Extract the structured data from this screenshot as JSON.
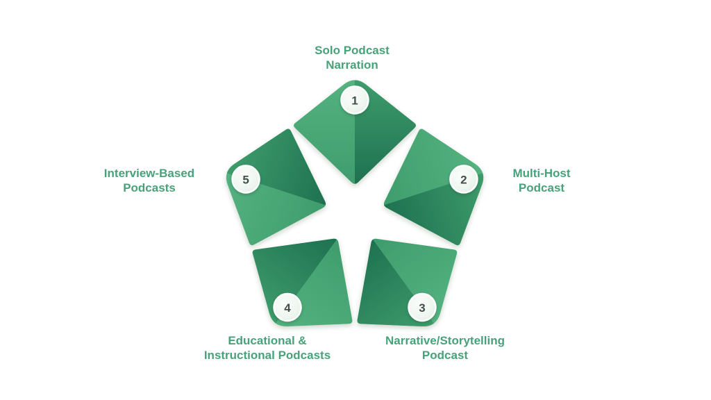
{
  "diagram": {
    "background_color": "#ffffff",
    "theme": {
      "label_color": "#47a27a",
      "kite_light_start": "#55b381",
      "kite_light_end": "#3f9c6c",
      "kite_dark_start": "#3f9e6d",
      "kite_dark_end": "#1e7050",
      "badge_fill": "#eef6ef",
      "badge_ring": "#ffffff",
      "badge_text_color": "#41504a"
    },
    "segments": [
      {
        "number": "1",
        "label_lines": [
          "Solo Podcast",
          "Narration"
        ]
      },
      {
        "number": "2",
        "label_lines": [
          "Multi-Host",
          "Podcast"
        ]
      },
      {
        "number": "3",
        "label_lines": [
          "Narrative/Storytelling",
          "Podcast"
        ]
      },
      {
        "number": "4",
        "label_lines": [
          "Educational &",
          "Instructional Podcasts"
        ]
      },
      {
        "number": "5",
        "label_lines": [
          "Interview-Based",
          "Podcasts"
        ]
      }
    ]
  }
}
